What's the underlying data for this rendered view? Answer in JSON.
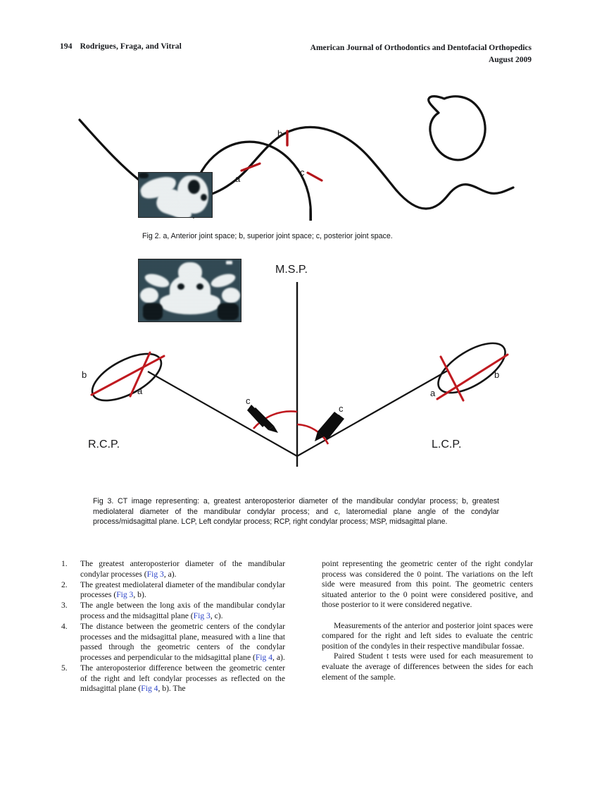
{
  "header": {
    "folio": "194",
    "authors": "Rodrigues, Fraga, and Vitral",
    "journal": "American Journal of Orthodontics and Dentofacial Orthopedics",
    "issue_date": "August 2009"
  },
  "figures": [
    {
      "id": "fig2",
      "label": "Fig 2.",
      "caption": "a, Anterior joint space; b, superior joint space; c, posterior joint space.",
      "type": "line-drawing-with-ct-inset",
      "labels": [
        "a",
        "b",
        "c"
      ],
      "measurement_color": "#b4151b"
    },
    {
      "id": "fig3",
      "label": "Fig 3.",
      "caption": "CT image representing: a, greatest anteroposterior diameter of the mandibular condylar process; b, greatest mediolateral diameter of the mandibular condylar process; and c, lateromedial plane angle of the condylar process/midsagittal plane. LCP, Left condylar process; RCP, right condylar process; MSP, midsagittal plane.",
      "type": "schematic-with-ct-inset",
      "diagram_labels": {
        "midsagittal_plane": "M.S.P.",
        "right_condylar_process": "R.C.P.",
        "left_condylar_process": "L.C.P.",
        "right_long_axis": "b",
        "right_short_axis": "a",
        "left_long_axis": "b",
        "left_short_axis": "a",
        "right_angle": "c",
        "left_angle": "c"
      },
      "measurement_color": "#c01a20"
    }
  ],
  "body": {
    "numbered_items": [
      {
        "marker": "1.",
        "parts": [
          {
            "t": "The greatest anteroposterior diameter of the mandibular condylar processes ("
          },
          {
            "t": "Fig 3",
            "link": true
          },
          {
            "t": ", a)."
          }
        ]
      },
      {
        "marker": "2.",
        "parts": [
          {
            "t": "The greatest mediolateral diameter of the mandibular condylar processes ("
          },
          {
            "t": "Fig 3",
            "link": true
          },
          {
            "t": ", b)."
          }
        ]
      },
      {
        "marker": "3.",
        "parts": [
          {
            "t": "The angle between the long axis of the mandibular condylar process and the midsagittal plane ("
          },
          {
            "t": "Fig 3",
            "link": true
          },
          {
            "t": ", c)."
          }
        ]
      },
      {
        "marker": "4.",
        "parts": [
          {
            "t": "The distance between the geometric centers of the condylar processes and the midsagittal plane, measured with a line that passed through the geometric centers of the condylar processes and perpendicular to the midsagittal plane ("
          },
          {
            "t": "Fig 4",
            "link": true
          },
          {
            "t": ", a)."
          }
        ]
      },
      {
        "marker": "5.",
        "parts": [
          {
            "t": "The anteroposterior difference between the geometric center of the right and left condylar processes as reflected on the midsagittal plane ("
          },
          {
            "t": "Fig 4",
            "link": true
          },
          {
            "t": ", b). The"
          }
        ]
      }
    ],
    "right_column_paragraphs": [
      "point representing the geometric center of the right condylar process was considered the 0 point. The variations on the left side were measured from this point. The geometric centers situated anterior to the 0 point were considered positive, and those posterior to it were considered negative.",
      "Measurements of the anterior and posterior joint spaces were compared for the right and left sides to evaluate the centric position of the condyles in their respective mandibular fossae.",
      "Paired Student t tests were used for each measurement to evaluate the average of differences between the sides for each element of the sample."
    ]
  },
  "colors": {
    "page_background": "#ffffff",
    "text": "#141414",
    "crossref_link": "#2a42c8",
    "measurement_red": "#b4151b",
    "ct_background": "#2f4752",
    "ct_bone": "#eef3f4"
  }
}
